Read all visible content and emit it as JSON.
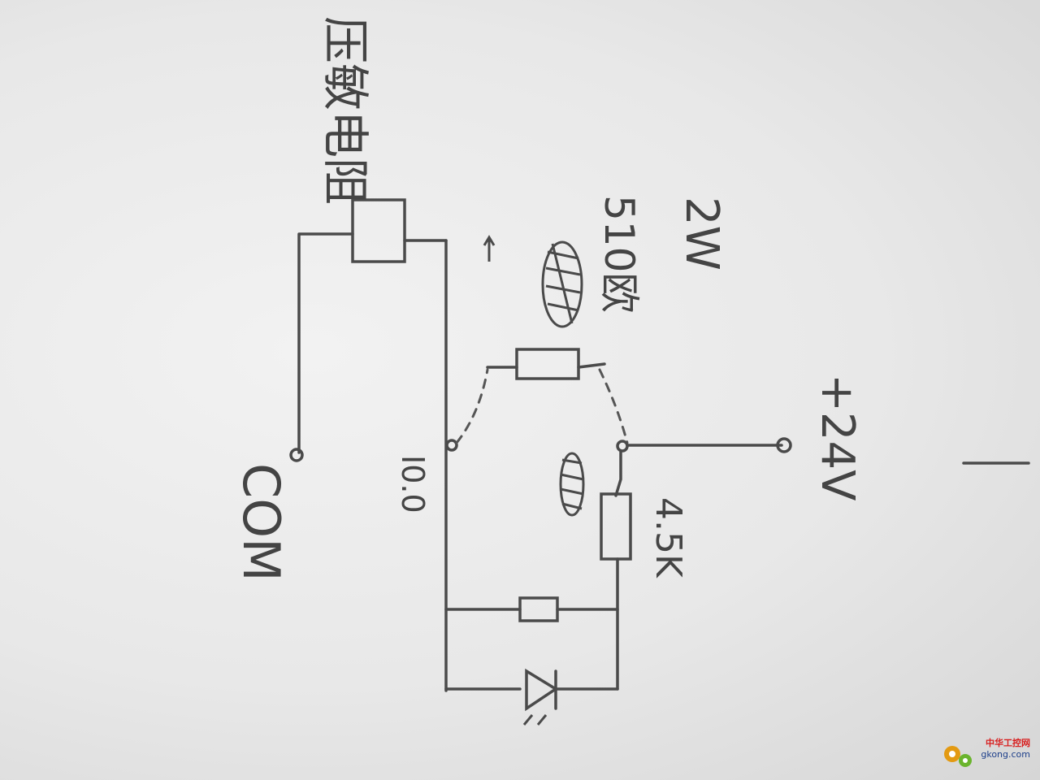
{
  "labels": {
    "sensor": "压敏电阻",
    "com": "COM",
    "input": "I0.0",
    "power": "+24V",
    "resistor_top_value": "510欧",
    "resistor_top_power": "2W",
    "resistor_mid_value": "4.5K"
  },
  "watermark": {
    "site_cn": "中华工控网",
    "site_url": "gkong.com"
  },
  "colors": {
    "ink": "#4a4a4a",
    "paper": "#ececec",
    "watermark_red": "#d81e1e",
    "watermark_blue": "#1d3f8a"
  }
}
